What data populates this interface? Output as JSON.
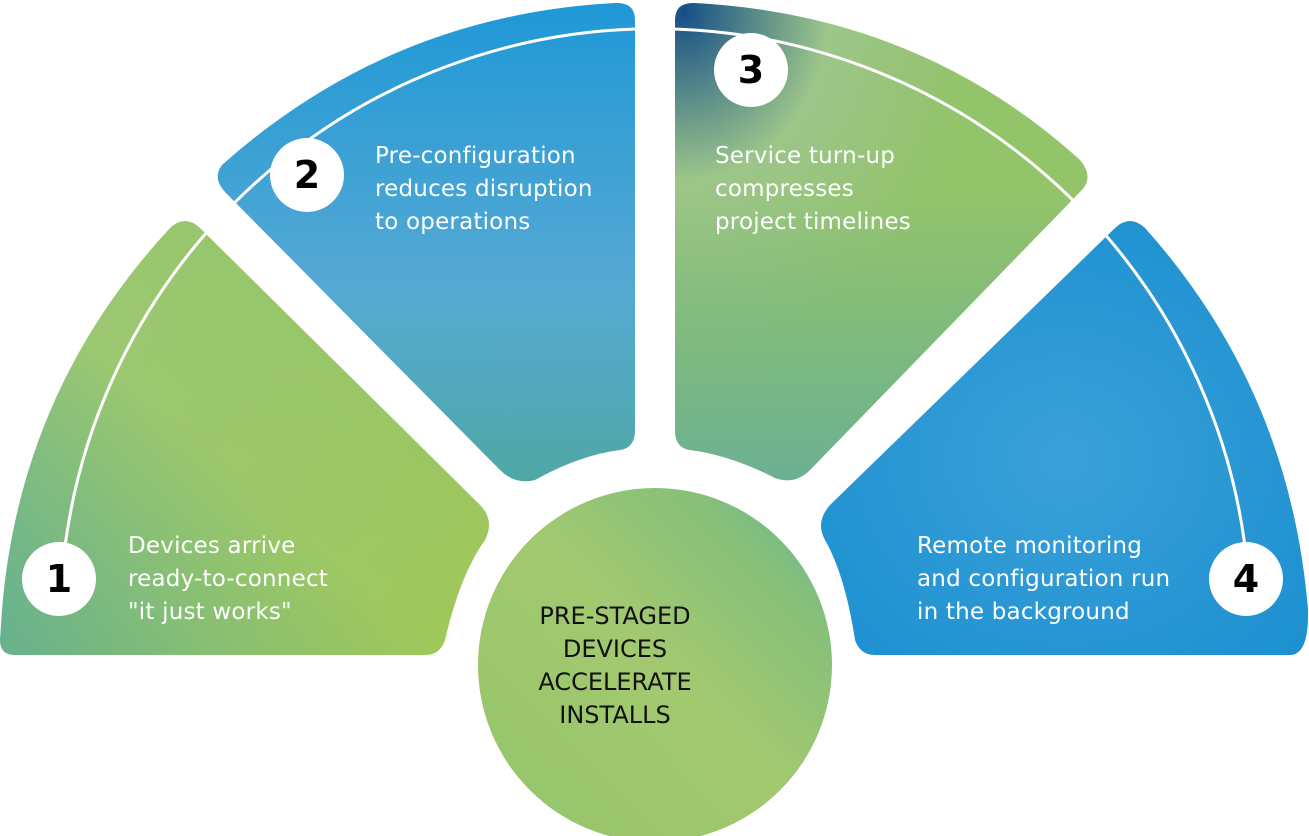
{
  "center": {
    "title_lines": [
      "PRE-STAGED",
      "DEVICES",
      "ACCELERATE",
      "INSTALLS"
    ]
  },
  "steps": [
    {
      "number": "1",
      "lines": [
        "Devices arrive",
        "ready-to-connect",
        "\"it just works\""
      ],
      "theme": "green"
    },
    {
      "number": "2",
      "lines": [
        "Pre-configuration",
        "reduces disruption",
        "to operations"
      ],
      "theme": "blue"
    },
    {
      "number": "3",
      "lines": [
        "Service turn-up",
        "compresses",
        "project timelines"
      ],
      "theme": "navy-green"
    },
    {
      "number": "4",
      "lines": [
        "Remote monitoring",
        "and configuration run",
        "in the background"
      ],
      "theme": "blue"
    }
  ],
  "colors": {
    "blue": "#1f98d6",
    "blue_light": "#56a9d3",
    "teal": "#4fa8a5",
    "green": "#93c46a",
    "green_light": "#a3c95f",
    "navy": "#154f87",
    "badge_bg": "#ffffff",
    "badge_text": "#000000",
    "text": "#ffffff",
    "center_text": "#111111"
  }
}
